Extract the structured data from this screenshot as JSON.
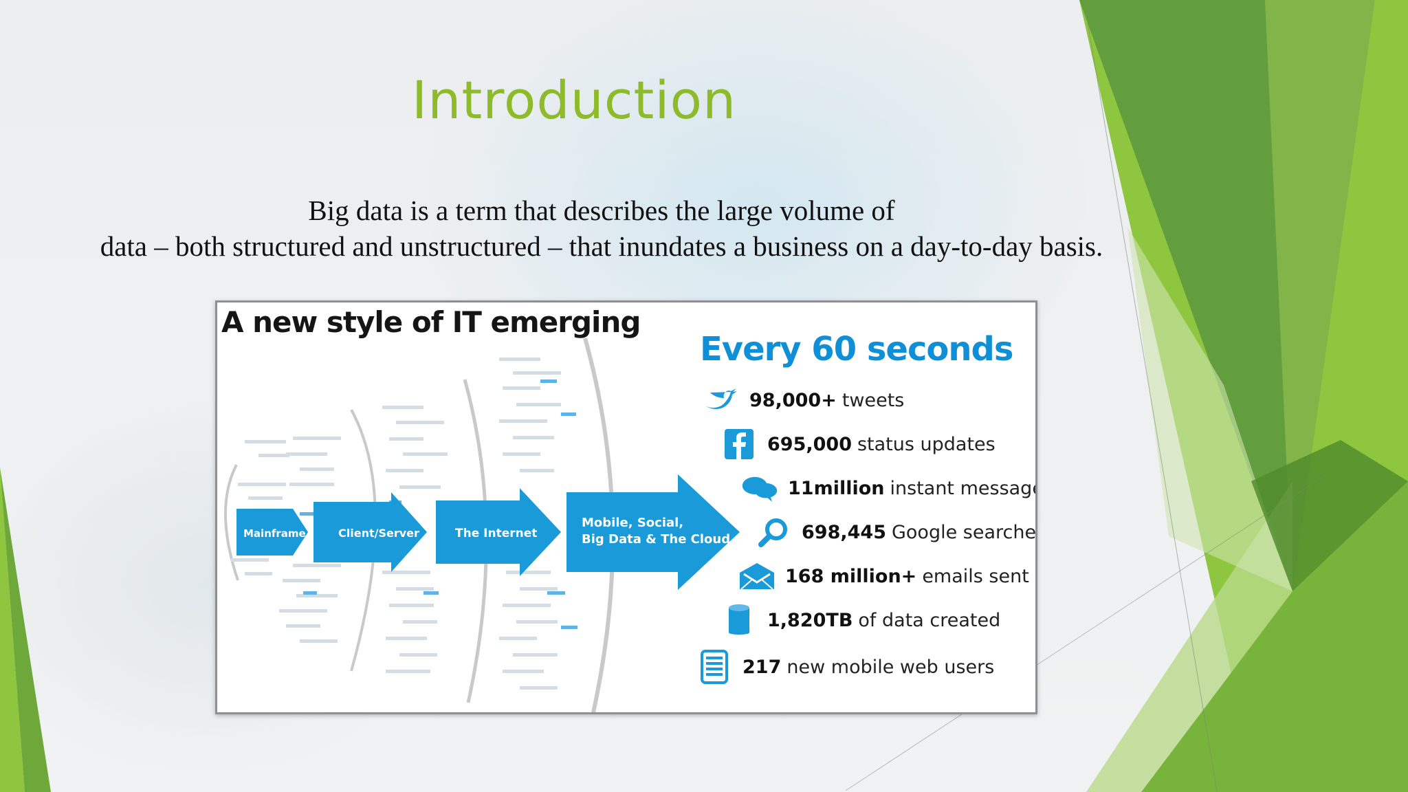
{
  "slide": {
    "title": "Introduction",
    "subtitle_line1": "Big data is a term that describes the large volume of",
    "subtitle_line2": "data – both structured and unstructured – that inundates a business on a day-to-day basis."
  },
  "colors": {
    "title_green": "#8dbb2a",
    "accent_blue": "#0e8fd6",
    "deco_green_dark": "#5f9a3e",
    "deco_green_light": "#8ec63f"
  },
  "infographic": {
    "heading": "A new style of IT emerging",
    "stages": [
      {
        "label": "Mainframe"
      },
      {
        "label": "Client/Server"
      },
      {
        "label": "The Internet"
      },
      {
        "label_line1": "Mobile, Social,",
        "label_line2": "Big Data & The Cloud"
      }
    ],
    "stats_heading": "Every 60 seconds",
    "stats": [
      {
        "icon": "twitter-bird-icon",
        "value": "98,000+",
        "text": "tweets"
      },
      {
        "icon": "facebook-icon",
        "value": "695,000",
        "text": "status updates"
      },
      {
        "icon": "chat-bubbles-icon",
        "value": "11million",
        "text": "instant messages"
      },
      {
        "icon": "magnifier-icon",
        "value": "698,445",
        "text": "Google searches"
      },
      {
        "icon": "envelope-icon",
        "value": "168 million+",
        "text": "emails sent"
      },
      {
        "icon": "database-icon",
        "value": "1,820TB",
        "text": "of data created"
      },
      {
        "icon": "mobile-list-icon",
        "value": "217",
        "text": "new mobile web users"
      }
    ]
  }
}
